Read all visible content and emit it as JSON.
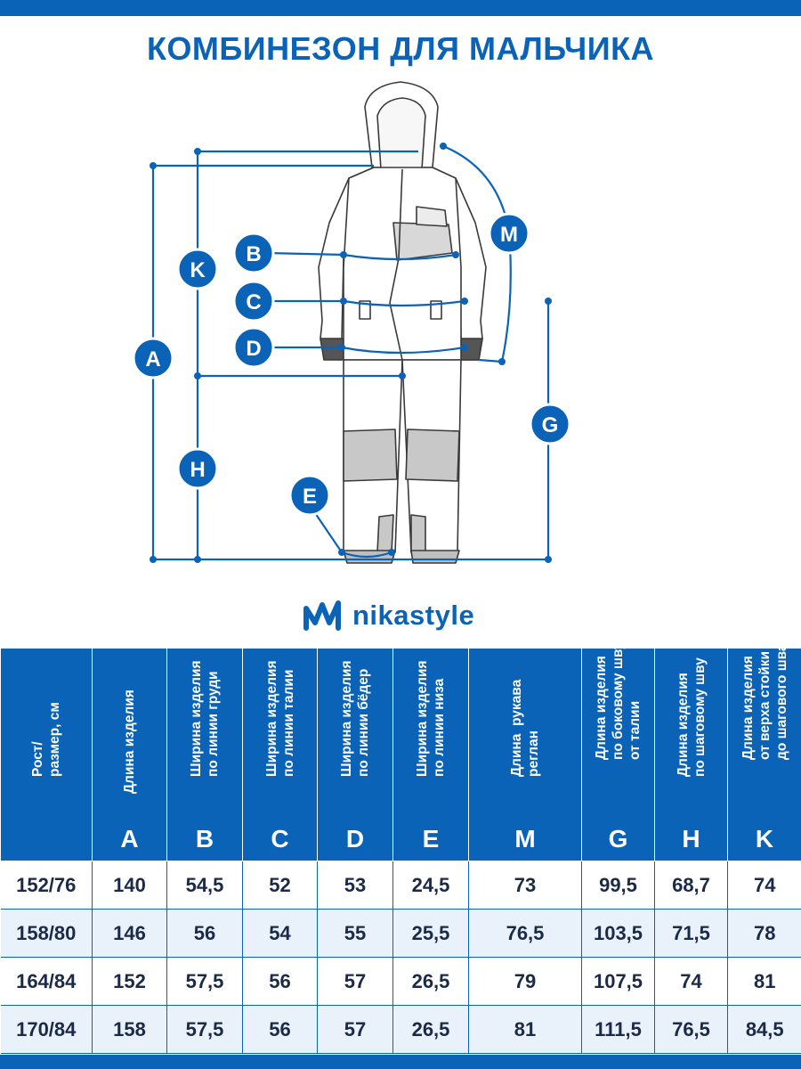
{
  "title": "КОМБИНЕЗОН ДЛЯ МАЛЬЧИКА",
  "brand": {
    "name": "nikastyle",
    "color": "#0b63b8"
  },
  "colors": {
    "accent": "#0b63b8",
    "text": "#1c2a4a",
    "row_alt": "#e9f1fa"
  },
  "diagram": {
    "labels": {
      "A": "A",
      "B": "B",
      "C": "C",
      "D": "D",
      "E": "E",
      "G": "G",
      "H": "H",
      "K": "K",
      "M": "M"
    }
  },
  "table": {
    "headers": [
      {
        "text": "Рост/\nразмер, см",
        "letter": ""
      },
      {
        "text": "Длина изделия",
        "letter": "A"
      },
      {
        "text": "Ширина изделия\nпо линии груди",
        "letter": "B"
      },
      {
        "text": "Ширина изделия\nпо линии талии",
        "letter": "C"
      },
      {
        "text": "Ширина изделия\nпо линии бёдер",
        "letter": "D"
      },
      {
        "text": "Ширина изделия\nпо линии низа",
        "letter": "E"
      },
      {
        "text": "Длина  рукава\nреглан",
        "letter": "M"
      },
      {
        "text": "Длина изделия\nпо боковому шву\nот талии",
        "letter": "G"
      },
      {
        "text": "Длина изделия\nпо шаговому шву",
        "letter": "H"
      },
      {
        "text": "Длина изделия\nот верха стойки\nдо шагового шва",
        "letter": "K"
      }
    ],
    "rows": [
      [
        "152/76",
        "140",
        "54,5",
        "52",
        "53",
        "24,5",
        "73",
        "99,5",
        "68,7",
        "74"
      ],
      [
        "158/80",
        "146",
        "56",
        "54",
        "55",
        "25,5",
        "76,5",
        "103,5",
        "71,5",
        "78"
      ],
      [
        "164/84",
        "152",
        "57,5",
        "56",
        "57",
        "26,5",
        "79",
        "107,5",
        "74",
        "81"
      ],
      [
        "170/84",
        "158",
        "57,5",
        "56",
        "57",
        "26,5",
        "81",
        "111,5",
        "76,5",
        "84,5"
      ]
    ]
  }
}
